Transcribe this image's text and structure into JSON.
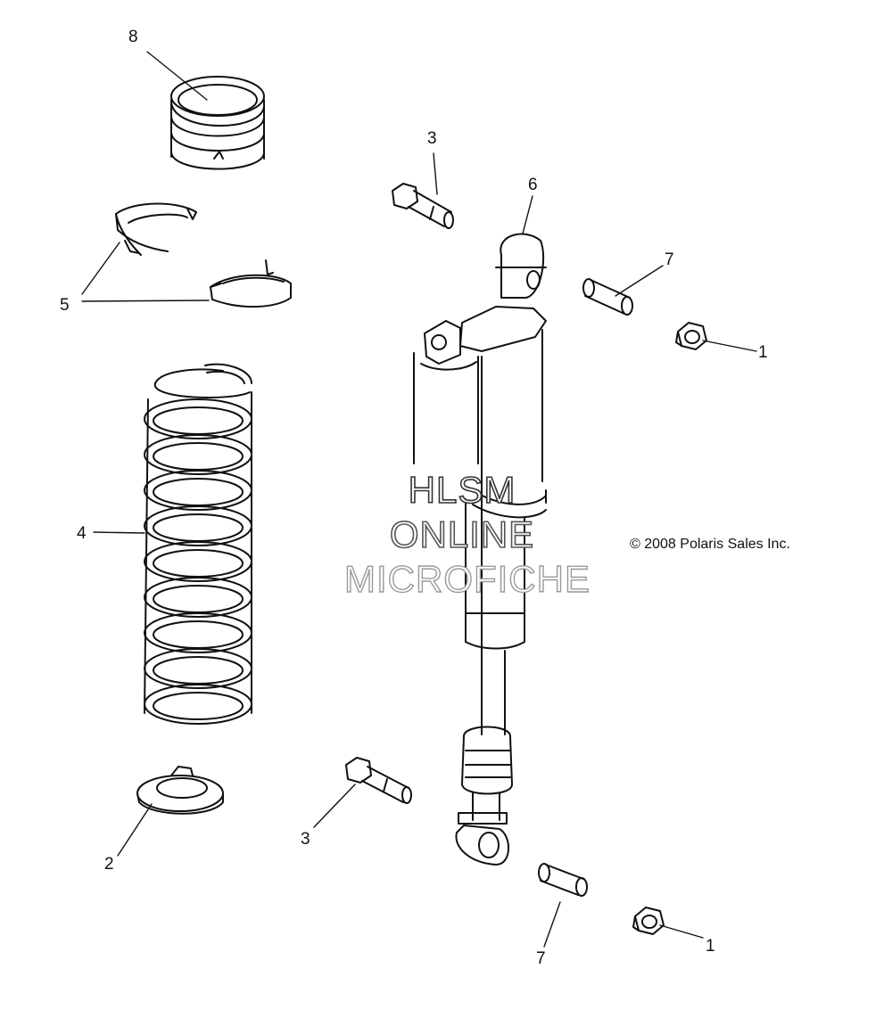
{
  "diagram": {
    "callouts": [
      {
        "id": "c8",
        "label": "8"
      },
      {
        "id": "c3a",
        "label": "3"
      },
      {
        "id": "c6",
        "label": "6"
      },
      {
        "id": "c7a",
        "label": "7"
      },
      {
        "id": "c1a",
        "label": "1"
      },
      {
        "id": "c5",
        "label": "5"
      },
      {
        "id": "c4",
        "label": "4"
      },
      {
        "id": "c2",
        "label": "2"
      },
      {
        "id": "c3b",
        "label": "3"
      },
      {
        "id": "c7b",
        "label": "7"
      },
      {
        "id": "c1b",
        "label": "1"
      }
    ],
    "copyright": "© 2008 Polaris Sales Inc."
  },
  "watermark": {
    "line1": "HLSM",
    "line2": "ONLINE",
    "line3": "MICROFICHE"
  },
  "colors": {
    "ink": "#111111",
    "background": "#ffffff"
  }
}
